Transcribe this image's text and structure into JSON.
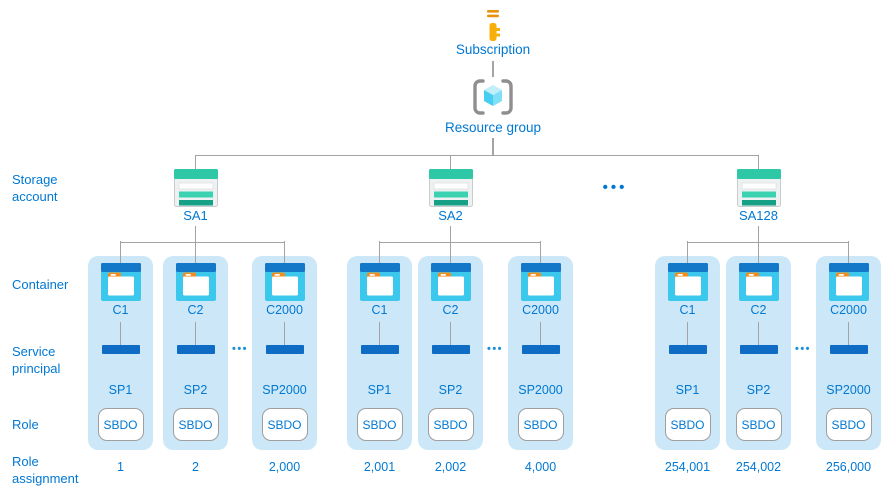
{
  "diagram": {
    "subscription_label": "Subscription",
    "resource_group_label": "Resource group"
  },
  "row_labels": {
    "storage_account": "Storage account",
    "container": "Container",
    "service_principal": "Service principal",
    "role": "Role",
    "role_assignment": "Role assignment"
  },
  "ellipsis": {
    "storage_level": "•••",
    "container_level": "•••"
  },
  "icons": {
    "key-icon": "gold key (subscription)",
    "resource-group-icon": "cyan cube in gray brackets",
    "storage-account-icon": "teal striped storage box",
    "container-icon": "blue window with orange-tab folder",
    "service-principal-icon": "blue-header cyan square"
  },
  "colors": {
    "text_blue": "#0078d4",
    "panel_blue": "#cce8f8",
    "connector_gray": "#a3a3a3",
    "storage_teal": "#2ec8a6",
    "container_cyan": "#3cc8ec",
    "header_blue": "#1478c8",
    "key_gold": "#ffd427"
  },
  "groups": [
    {
      "storage_account": "SA1",
      "containers": [
        {
          "container": "C1",
          "service_principal": "SP1",
          "role": "SBDO",
          "role_assignment": "1"
        },
        {
          "container": "C2",
          "service_principal": "SP2",
          "role": "SBDO",
          "role_assignment": "2"
        },
        {
          "container": "C2000",
          "service_principal": "SP2000",
          "role": "SBDO",
          "role_assignment": "2,000"
        }
      ]
    },
    {
      "storage_account": "SA2",
      "containers": [
        {
          "container": "C1",
          "service_principal": "SP1",
          "role": "SBDO",
          "role_assignment": "2,001"
        },
        {
          "container": "C2",
          "service_principal": "SP2",
          "role": "SBDO",
          "role_assignment": "2,002"
        },
        {
          "container": "C2000",
          "service_principal": "SP2000",
          "role": "SBDO",
          "role_assignment": "4,000"
        }
      ]
    },
    {
      "storage_account": "SA128",
      "containers": [
        {
          "container": "C1",
          "service_principal": "SP1",
          "role": "SBDO",
          "role_assignment": "254,001"
        },
        {
          "container": "C2",
          "service_principal": "SP2",
          "role": "SBDO",
          "role_assignment": "254,002"
        },
        {
          "container": "C2000",
          "service_principal": "SP2000",
          "role": "SBDO",
          "role_assignment": "256,000"
        }
      ]
    }
  ]
}
